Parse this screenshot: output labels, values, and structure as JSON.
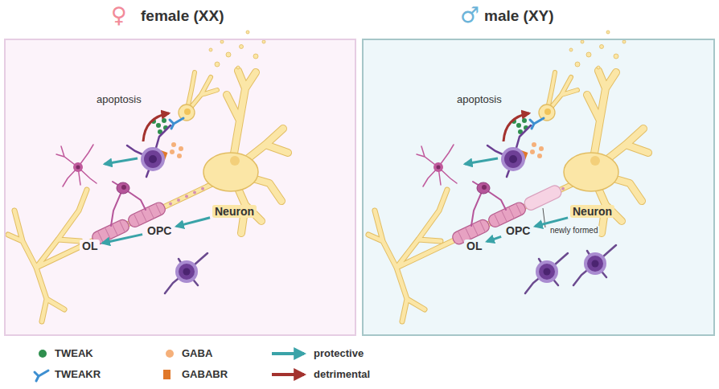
{
  "diagram": {
    "nodes": [
      {
        "text": [
          "female (XX)"
        ]
      },
      {
        "text": [
          "Neuron"
        ],
        "in": 0
      },
      {
        "text": [
          "OPC"
        ],
        "in": 0
      },
      {
        "text": [
          "OL"
        ],
        "in": 0
      },
      {
        "text": [
          "male (XY)"
        ]
      },
      {
        "text": [
          "Neuron"
        ],
        "in": 4
      },
      {
        "text": [
          "OPC"
        ],
        "in": 4
      },
      {
        "text": [
          "OL"
        ],
        "in": 4
      }
    ],
    "edges": [
      {
        "from": 1,
        "to": 2,
        "arrow": "to"
      },
      {
        "from": 2,
        "to": 3,
        "arrow": "to"
      },
      {
        "from": 5,
        "to": 6,
        "arrow": "to"
      },
      {
        "from": 6,
        "to": 7,
        "arrow": "to"
      }
    ],
    "labels": [
      "♀",
      "♂",
      "apoptosis",
      "apoptosis",
      "newly formed"
    ],
    "legend": [
      {
        "text": "TWEAK",
        "color": "#2f8f4e"
      },
      {
        "text": "TWEAKR"
      },
      {
        "text": "GABA",
        "color": "#f5b07a"
      },
      {
        "text": "GABABR"
      },
      {
        "text": "protective"
      },
      {
        "text": "detrimental"
      }
    ]
  }
}
